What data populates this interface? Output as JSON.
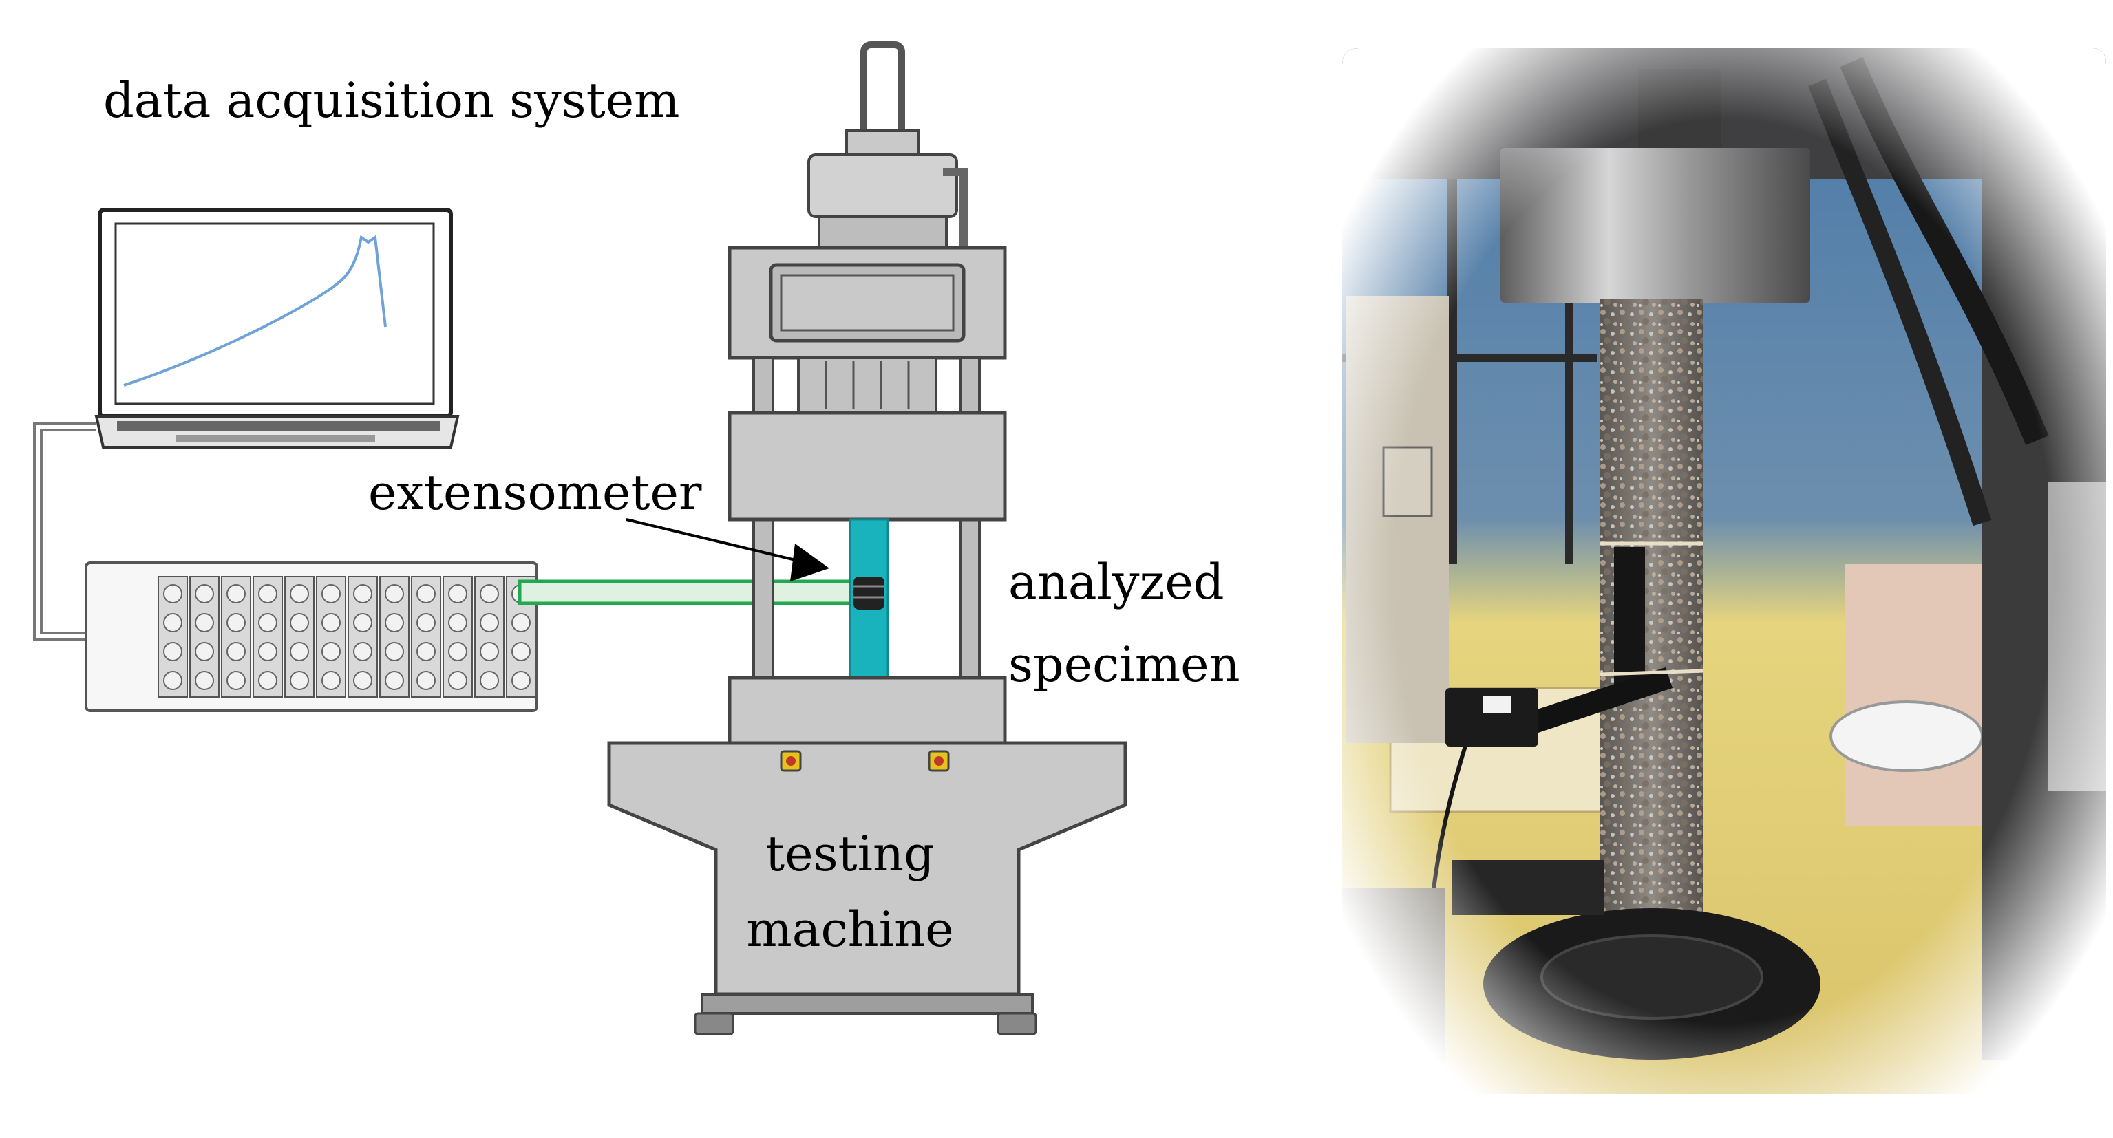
{
  "labels": {
    "data_acquisition": "data acquisition system",
    "extensometer": "extensometer",
    "analyzed_line1": "analyzed",
    "analyzed_line2": "specimen",
    "testing_line1": "testing",
    "testing_line2": "machine"
  },
  "colors": {
    "machine_fill": "#c9c9c9",
    "machine_stroke": "#444444",
    "specimen": "#19b3bd",
    "cable": "#22a850",
    "curve": "#6fa3d8",
    "warning_button": "#e8c21c"
  },
  "icons": {
    "laptop": "laptop-icon",
    "daq": "daq-module-icon",
    "photo": "specimen-photo"
  }
}
